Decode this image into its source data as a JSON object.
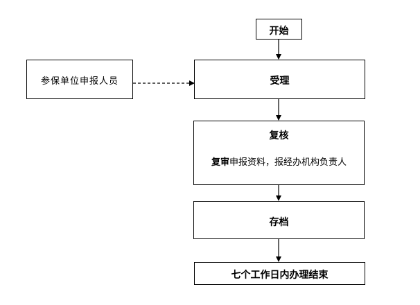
{
  "nodes": {
    "start": {
      "label": "开始"
    },
    "applicant": {
      "label": "参保单位申报人员"
    },
    "accept": {
      "label": "受理"
    },
    "review": {
      "title": "复核",
      "desc_bold": "复审",
      "desc_rest": "申报资料，报经办机构负责人"
    },
    "archive": {
      "label": "存档"
    },
    "end": {
      "label": "七个工作日内办理结束"
    }
  }
}
